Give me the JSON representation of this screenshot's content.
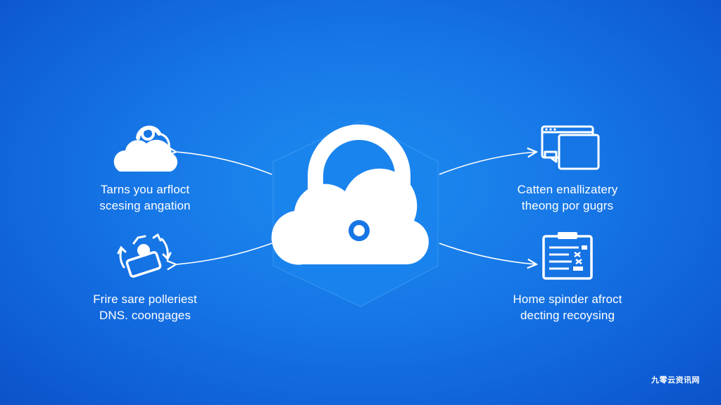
{
  "nodes": {
    "top_left": {
      "line1": "Tarns you arfloct",
      "line2": "scesing angation",
      "icon": "cloud-lock-icon"
    },
    "bottom_left": {
      "line1": "Frire sare polleriest",
      "line2": "DNS. coongages",
      "icon": "sync-shield-icon"
    },
    "top_right": {
      "line1": "Catten enallizatery",
      "line2": "theong por gugrs",
      "icon": "browser-chat-icon"
    },
    "bottom_right": {
      "line1": "Home spinder afroct",
      "line2": "decting recoysing",
      "icon": "clipboard-list-icon"
    }
  },
  "center": {
    "icon": "cloud-lock-icon"
  },
  "watermark": "九零云资讯网",
  "colors": {
    "background": "#1676e6",
    "foreground": "#ffffff",
    "hexagon": "#1a84ee"
  }
}
